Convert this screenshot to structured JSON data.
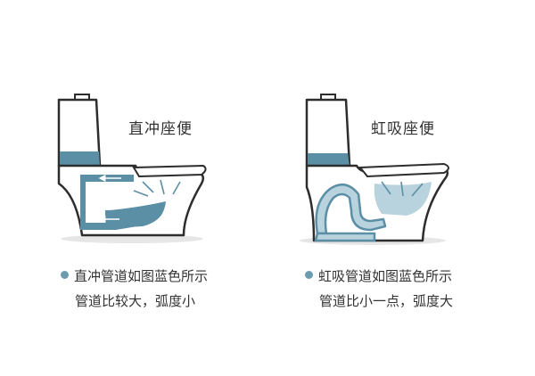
{
  "left": {
    "title": "直冲座便",
    "caption_line1": "直冲管道如图蓝色所示",
    "caption_line2": "管道比较大，弧度小"
  },
  "right": {
    "title": "虹吸座便",
    "caption_line1": "虹吸管道如图蓝色所示",
    "caption_line2": "管道比小一点，弧度大"
  },
  "colors": {
    "water": "#5b8fa6",
    "water_light": "#b9d3de",
    "outline": "#2d2d2d",
    "bullet": "#6d9bb0",
    "shadow": "#e6e6e6"
  },
  "icons": [
    "flow-arrow-icon",
    "bullet-dot-icon"
  ]
}
